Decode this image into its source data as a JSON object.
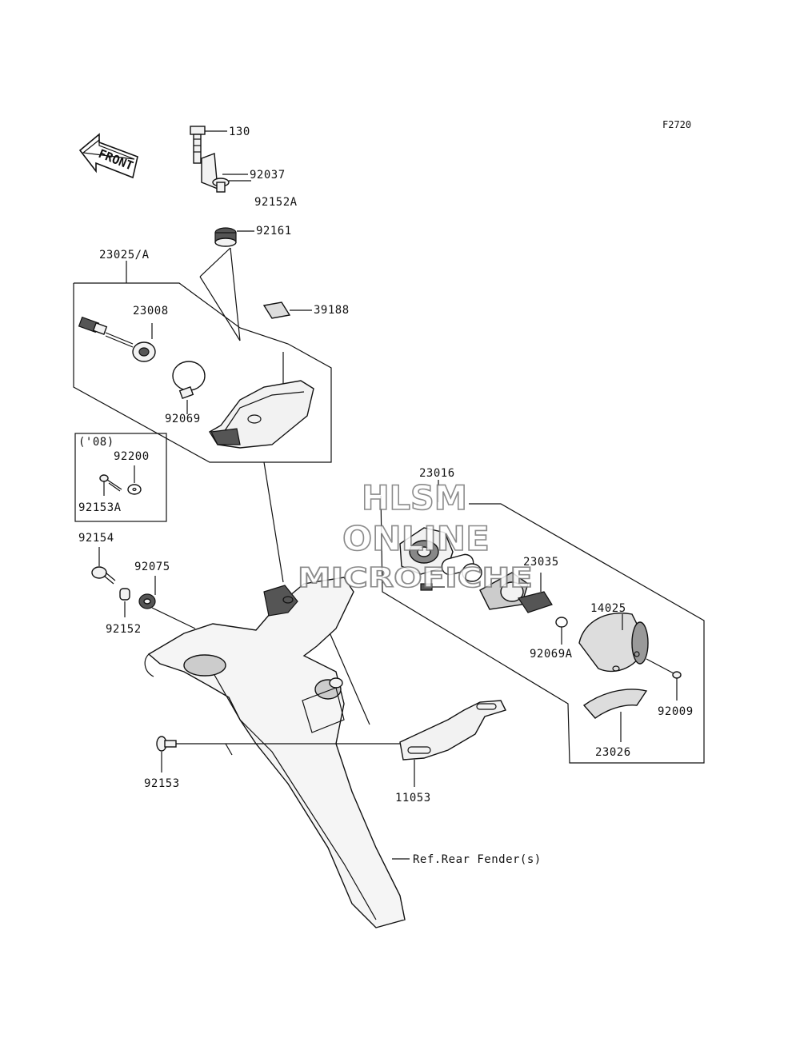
{
  "figure_code": "F2720",
  "front_label": "FRONT",
  "watermark": [
    "HLSM",
    "ONLINE",
    "MICROFICHE"
  ],
  "callouts": [
    {
      "id": "130",
      "text": "130"
    },
    {
      "id": "92037",
      "text": "92037"
    },
    {
      "id": "92152A",
      "text": "92152A"
    },
    {
      "id": "92161",
      "text": "92161"
    },
    {
      "id": "23025A",
      "text": "23025/A"
    },
    {
      "id": "39188",
      "text": "39188"
    },
    {
      "id": "23008",
      "text": "23008"
    },
    {
      "id": "92069",
      "text": "92069"
    },
    {
      "id": "year08",
      "text": "('08)"
    },
    {
      "id": "92200",
      "text": "92200"
    },
    {
      "id": "92153A",
      "text": "92153A"
    },
    {
      "id": "92154",
      "text": "92154"
    },
    {
      "id": "92075",
      "text": "92075"
    },
    {
      "id": "92152",
      "text": "92152"
    },
    {
      "id": "92153",
      "text": "92153"
    },
    {
      "id": "23016",
      "text": "23016"
    },
    {
      "id": "23035",
      "text": "23035"
    },
    {
      "id": "92069A",
      "text": "92069A"
    },
    {
      "id": "14025",
      "text": "14025"
    },
    {
      "id": "92009",
      "text": "92009"
    },
    {
      "id": "23026",
      "text": "23026"
    },
    {
      "id": "11053",
      "text": "11053"
    },
    {
      "id": "ref",
      "text": "Ref.Rear Fender(s)"
    }
  ]
}
